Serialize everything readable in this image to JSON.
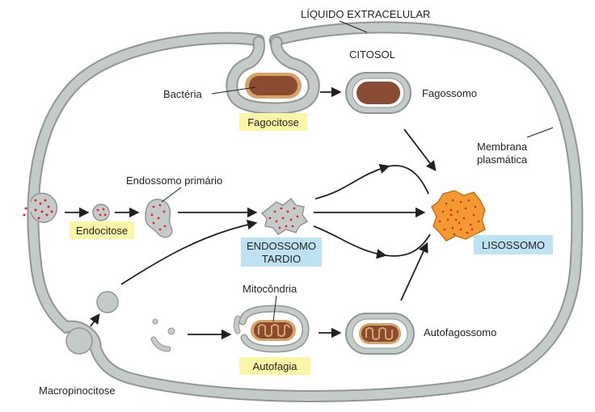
{
  "labels": {
    "extracellular": "LÍQUIDO EXTRACELULAR",
    "cytosol": "CITOSOL",
    "bacteria": "Bactéria",
    "phagosome": "Fagossomo",
    "plasma_membrane_line1": "Membrana",
    "plasma_membrane_line2": "plasmática",
    "primary_endosome": "Endossomo primário",
    "mitochondria": "Mitocôndria",
    "autophagosome": "Autofagossomo",
    "macropinocytosis": "Macropinocitose"
  },
  "boxes": {
    "phagocytosis": "Fagocitose",
    "endocytosis": "Endocitose",
    "late_endosome_line1": "ENDOSSOMO",
    "late_endosome_line2": "TARDIO",
    "lysosome": "LISOSSOMO",
    "autophagy": "Autofagia"
  },
  "colors": {
    "membrane": "#c5cbc9",
    "membrane_edge": "#8f9795",
    "process_box": "#fbf5a7",
    "organelle_box": "#bde3f2",
    "bacteria_body": "#8b4a32",
    "bacteria_rim": "#d7a468",
    "lysosome_fill": "#f39a32",
    "cargo_dot": "#e8202a"
  }
}
